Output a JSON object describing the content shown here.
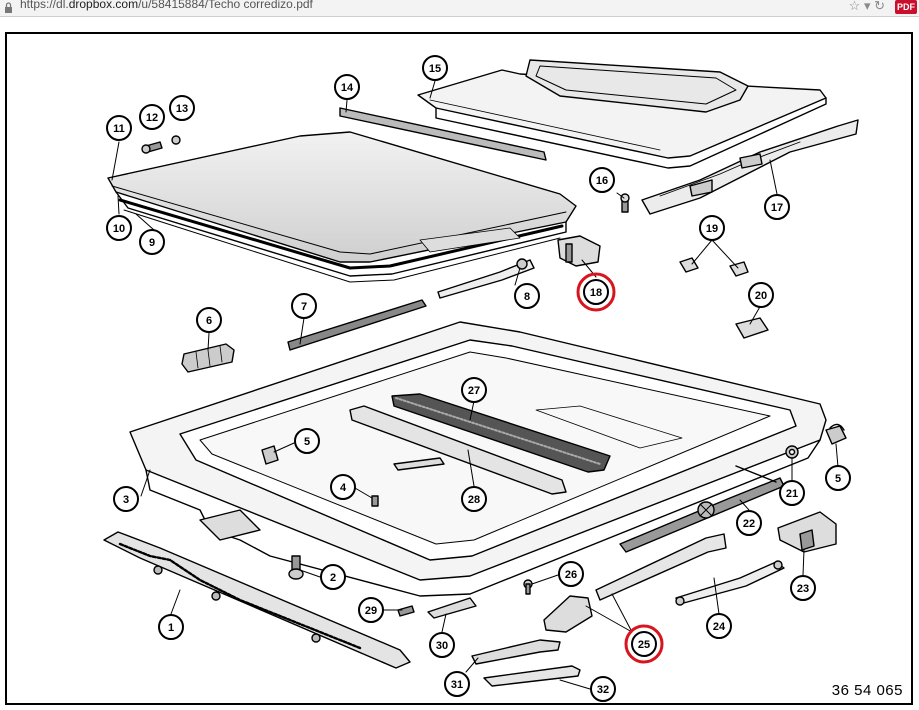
{
  "browser": {
    "url_prefix": "https://dl.",
    "url_domain": "dropbox.com",
    "url_path": "/u/58415884/Techo corredizo.pdf",
    "pdf_badge": "PDF"
  },
  "document": {
    "number": "36 54 065"
  },
  "callouts": [
    {
      "id": "c1",
      "label": "1",
      "highlighted": false
    },
    {
      "id": "c2",
      "label": "2",
      "highlighted": false
    },
    {
      "id": "c3",
      "label": "3",
      "highlighted": false
    },
    {
      "id": "c4",
      "label": "4",
      "highlighted": false
    },
    {
      "id": "c5a",
      "label": "5",
      "highlighted": false
    },
    {
      "id": "c5b",
      "label": "5",
      "highlighted": false
    },
    {
      "id": "c6",
      "label": "6",
      "highlighted": false
    },
    {
      "id": "c7",
      "label": "7",
      "highlighted": false
    },
    {
      "id": "c8",
      "label": "8",
      "highlighted": false
    },
    {
      "id": "c9",
      "label": "9",
      "highlighted": false
    },
    {
      "id": "c10",
      "label": "10",
      "highlighted": false
    },
    {
      "id": "c11",
      "label": "11",
      "highlighted": false
    },
    {
      "id": "c12",
      "label": "12",
      "highlighted": false
    },
    {
      "id": "c13",
      "label": "13",
      "highlighted": false
    },
    {
      "id": "c14",
      "label": "14",
      "highlighted": false
    },
    {
      "id": "c15",
      "label": "15",
      "highlighted": false
    },
    {
      "id": "c16",
      "label": "16",
      "highlighted": false
    },
    {
      "id": "c17",
      "label": "17",
      "highlighted": false
    },
    {
      "id": "c18",
      "label": "18",
      "highlighted": true
    },
    {
      "id": "c19",
      "label": "19",
      "highlighted": false
    },
    {
      "id": "c20",
      "label": "20",
      "highlighted": false
    },
    {
      "id": "c21",
      "label": "21",
      "highlighted": false
    },
    {
      "id": "c22",
      "label": "22",
      "highlighted": false
    },
    {
      "id": "c23",
      "label": "23",
      "highlighted": false
    },
    {
      "id": "c24",
      "label": "24",
      "highlighted": false
    },
    {
      "id": "c25",
      "label": "25",
      "highlighted": true
    },
    {
      "id": "c26",
      "label": "26",
      "highlighted": false
    },
    {
      "id": "c27",
      "label": "27",
      "highlighted": false
    },
    {
      "id": "c28",
      "label": "28",
      "highlighted": false
    },
    {
      "id": "c29",
      "label": "29",
      "highlighted": false
    },
    {
      "id": "c30",
      "label": "30",
      "highlighted": false
    },
    {
      "id": "c31",
      "label": "31",
      "highlighted": false
    },
    {
      "id": "c32",
      "label": "32",
      "highlighted": false
    }
  ],
  "colors": {
    "highlight_ring": "#d8141e",
    "line": "#000000",
    "part_fill": "#e6e6e6"
  }
}
